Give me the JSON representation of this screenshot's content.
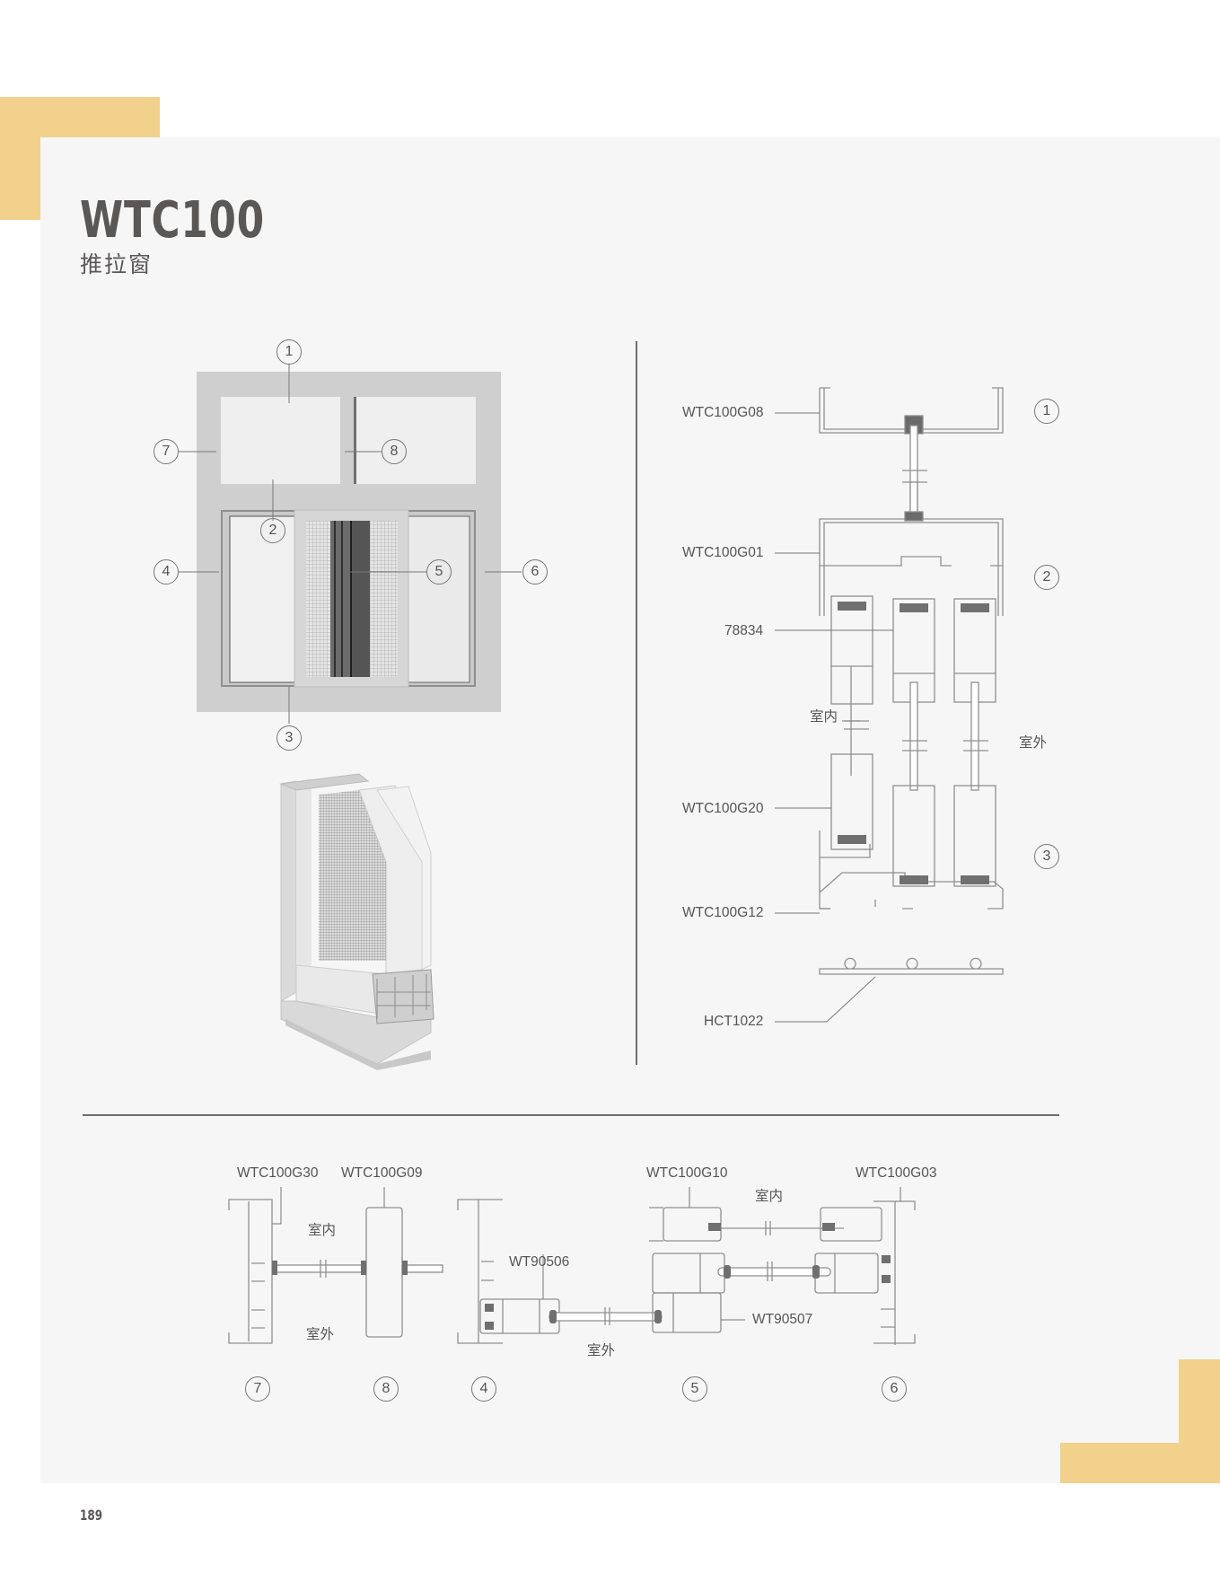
{
  "header": {
    "model": "WTC100",
    "subtitle": "推拉窗"
  },
  "colors": {
    "accent": "#f2d18d",
    "panel_bg": "#f6f6f6",
    "text": "#5a5757"
  },
  "elevation": {
    "callouts": [
      "1",
      "2",
      "3",
      "4",
      "5",
      "6",
      "7",
      "8"
    ]
  },
  "vertical_section": {
    "labels": {
      "g08": "WTC100G08",
      "g01": "WTC100G01",
      "p78834": "78834",
      "indoor": "室内",
      "outdoor": "室外",
      "g20": "WTC100G20",
      "g12": "WTC100G12",
      "hct": "HCT1022"
    },
    "callouts": [
      "1",
      "2",
      "3"
    ]
  },
  "horizontal_section": {
    "labels": {
      "g30": "WTC100G30",
      "g09": "WTC100G09",
      "indoor1": "室内",
      "outdoor1": "室外",
      "wt90506": "WT90506",
      "outdoor2": "室外",
      "g10": "WTC100G10",
      "indoor2": "室内",
      "wt90507": "WT90507",
      "g03": "WTC100G03"
    },
    "callouts": [
      "7",
      "8",
      "4",
      "5",
      "6"
    ]
  },
  "footer": {
    "page_number": "189"
  }
}
